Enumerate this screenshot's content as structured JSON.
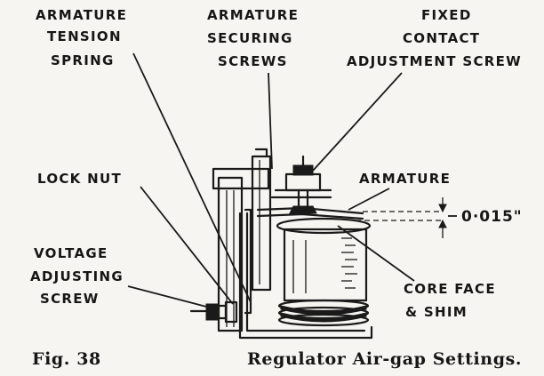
{
  "labels": {
    "armature_tension_spring": [
      "ARMATURE",
      "TENSION",
      "SPRING"
    ],
    "armature_securing_screws": [
      "ARMATURE",
      "SECURING",
      "SCREWS"
    ],
    "fixed_contact_adjustment_screw": [
      "FIXED",
      "CONTACT",
      "ADJUSTMENT SCREW"
    ],
    "lock_nut": "LOCK NUT",
    "armature": "ARMATURE",
    "voltage_adjusting_screw": [
      "VOLTAGE",
      "ADJUSTING",
      "SCREW"
    ],
    "core_face_shim": [
      "CORE FACE",
      "& SHIM"
    ]
  },
  "gap_dimension": "0·015\"",
  "caption": {
    "figure": "Fig. 38",
    "title": "Regulator Air-gap Settings."
  }
}
